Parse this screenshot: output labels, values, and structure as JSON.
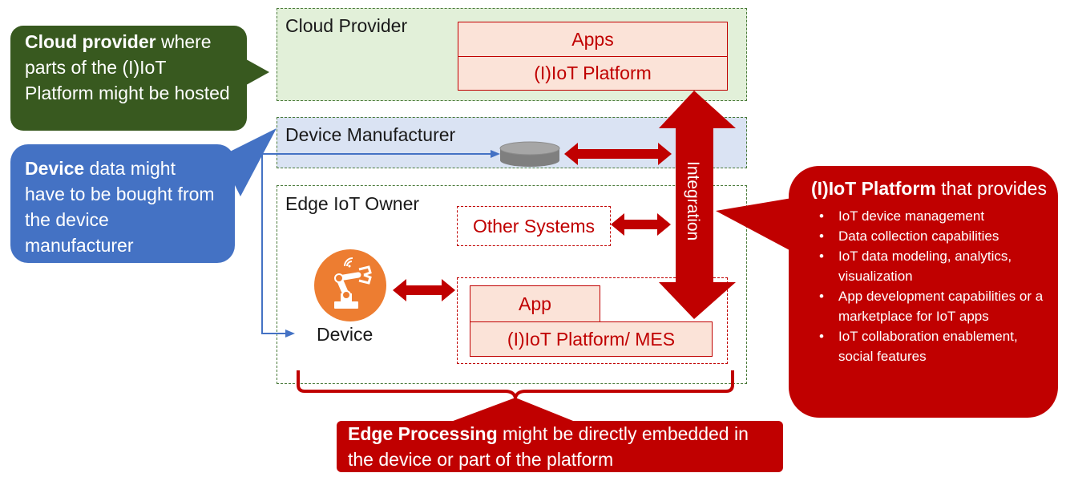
{
  "zones": {
    "cloud_provider": "Cloud Provider",
    "device_manufacturer": "Device Manufacturer",
    "edge_owner": "Edge IoT Owner"
  },
  "boxes": {
    "cloud_apps": "Apps",
    "cloud_platform": "(I)IoT Platform",
    "other_systems": "Other Systems",
    "edge_app": "App",
    "edge_platform": "(I)IoT Platform/ MES"
  },
  "labels": {
    "device": "Device",
    "integration": "Integration"
  },
  "callouts": {
    "cloud": {
      "bold": "Cloud provider",
      "text": " where parts of the (I)IoT Platform might be hosted"
    },
    "device": {
      "bold": "Device",
      "text": " data might have to be bought from the device manufacturer"
    },
    "platform": {
      "bold": "(I)IoT Platform",
      "text": " that provides",
      "items": [
        "IoT device management",
        "Data collection capabilities",
        "IoT data modeling, analytics, visualization",
        "App development capabilities or a marketplace for IoT apps",
        "IoT collaboration enablement, social features"
      ]
    },
    "edge": {
      "bold": "Edge Processing",
      "text": " might be directly embedded in the device or part of the platform"
    }
  },
  "icons": [
    "database-icon",
    "robot-arm-icon"
  ],
  "colors": {
    "cloud_zone": "#e2f0d9",
    "manufacturer_zone": "#dae3f3",
    "green_callout": "#38591f",
    "blue_callout": "#4472c4",
    "red": "#c00000",
    "box_fill": "#fbe3d8",
    "robot_orange": "#ed7d31"
  }
}
